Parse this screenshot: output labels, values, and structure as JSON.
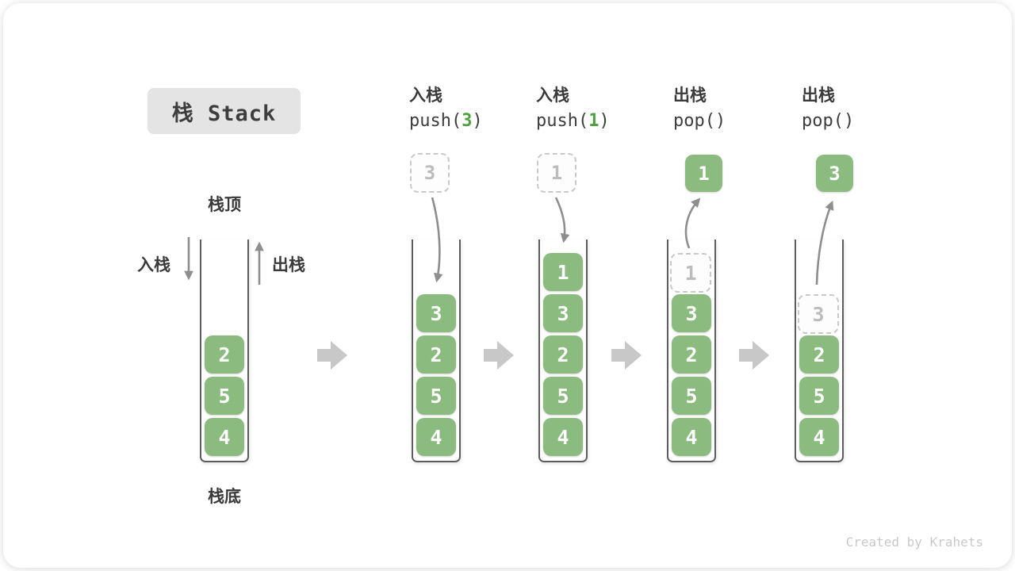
{
  "title": "栈 Stack",
  "side_labels": {
    "stack_top": "栈顶",
    "stack_bottom": "栈底",
    "push": "入栈",
    "pop": "出栈"
  },
  "footer": "Created by Krahets",
  "colors": {
    "cell_green": "#8CBB80",
    "code_arg_green": "#4FA03E",
    "arrow_grey": "#8E8E8E",
    "block_arrow_grey": "#C8C8C8",
    "title_box_bg": "#E4E4E4",
    "text_dark": "#3A3A3A",
    "ghost_border": "#C9C9C9"
  },
  "steps": [
    {
      "name": "initial",
      "cells": [
        "2",
        "5",
        "4"
      ]
    },
    {
      "name": "push-3",
      "label": "入栈",
      "code": {
        "pre": "push(",
        "arg": "3",
        "post": ")"
      },
      "incoming": "3",
      "cells": [
        "3",
        "2",
        "5",
        "4"
      ]
    },
    {
      "name": "push-1",
      "label": "入栈",
      "code": {
        "pre": "push(",
        "arg": "1",
        "post": ")"
      },
      "incoming": "1",
      "cells": [
        "1",
        "3",
        "2",
        "5",
        "4"
      ]
    },
    {
      "name": "pop-1",
      "label": "出栈",
      "code": {
        "pre": "pop(",
        "arg": "",
        "post": ")"
      },
      "popped": "1",
      "ghost": "1",
      "cells": [
        "3",
        "2",
        "5",
        "4"
      ]
    },
    {
      "name": "pop-3",
      "label": "出栈",
      "code": {
        "pre": "pop(",
        "arg": "",
        "post": ")"
      },
      "popped": "3",
      "ghost": "3",
      "cells": [
        "2",
        "5",
        "4"
      ]
    }
  ]
}
